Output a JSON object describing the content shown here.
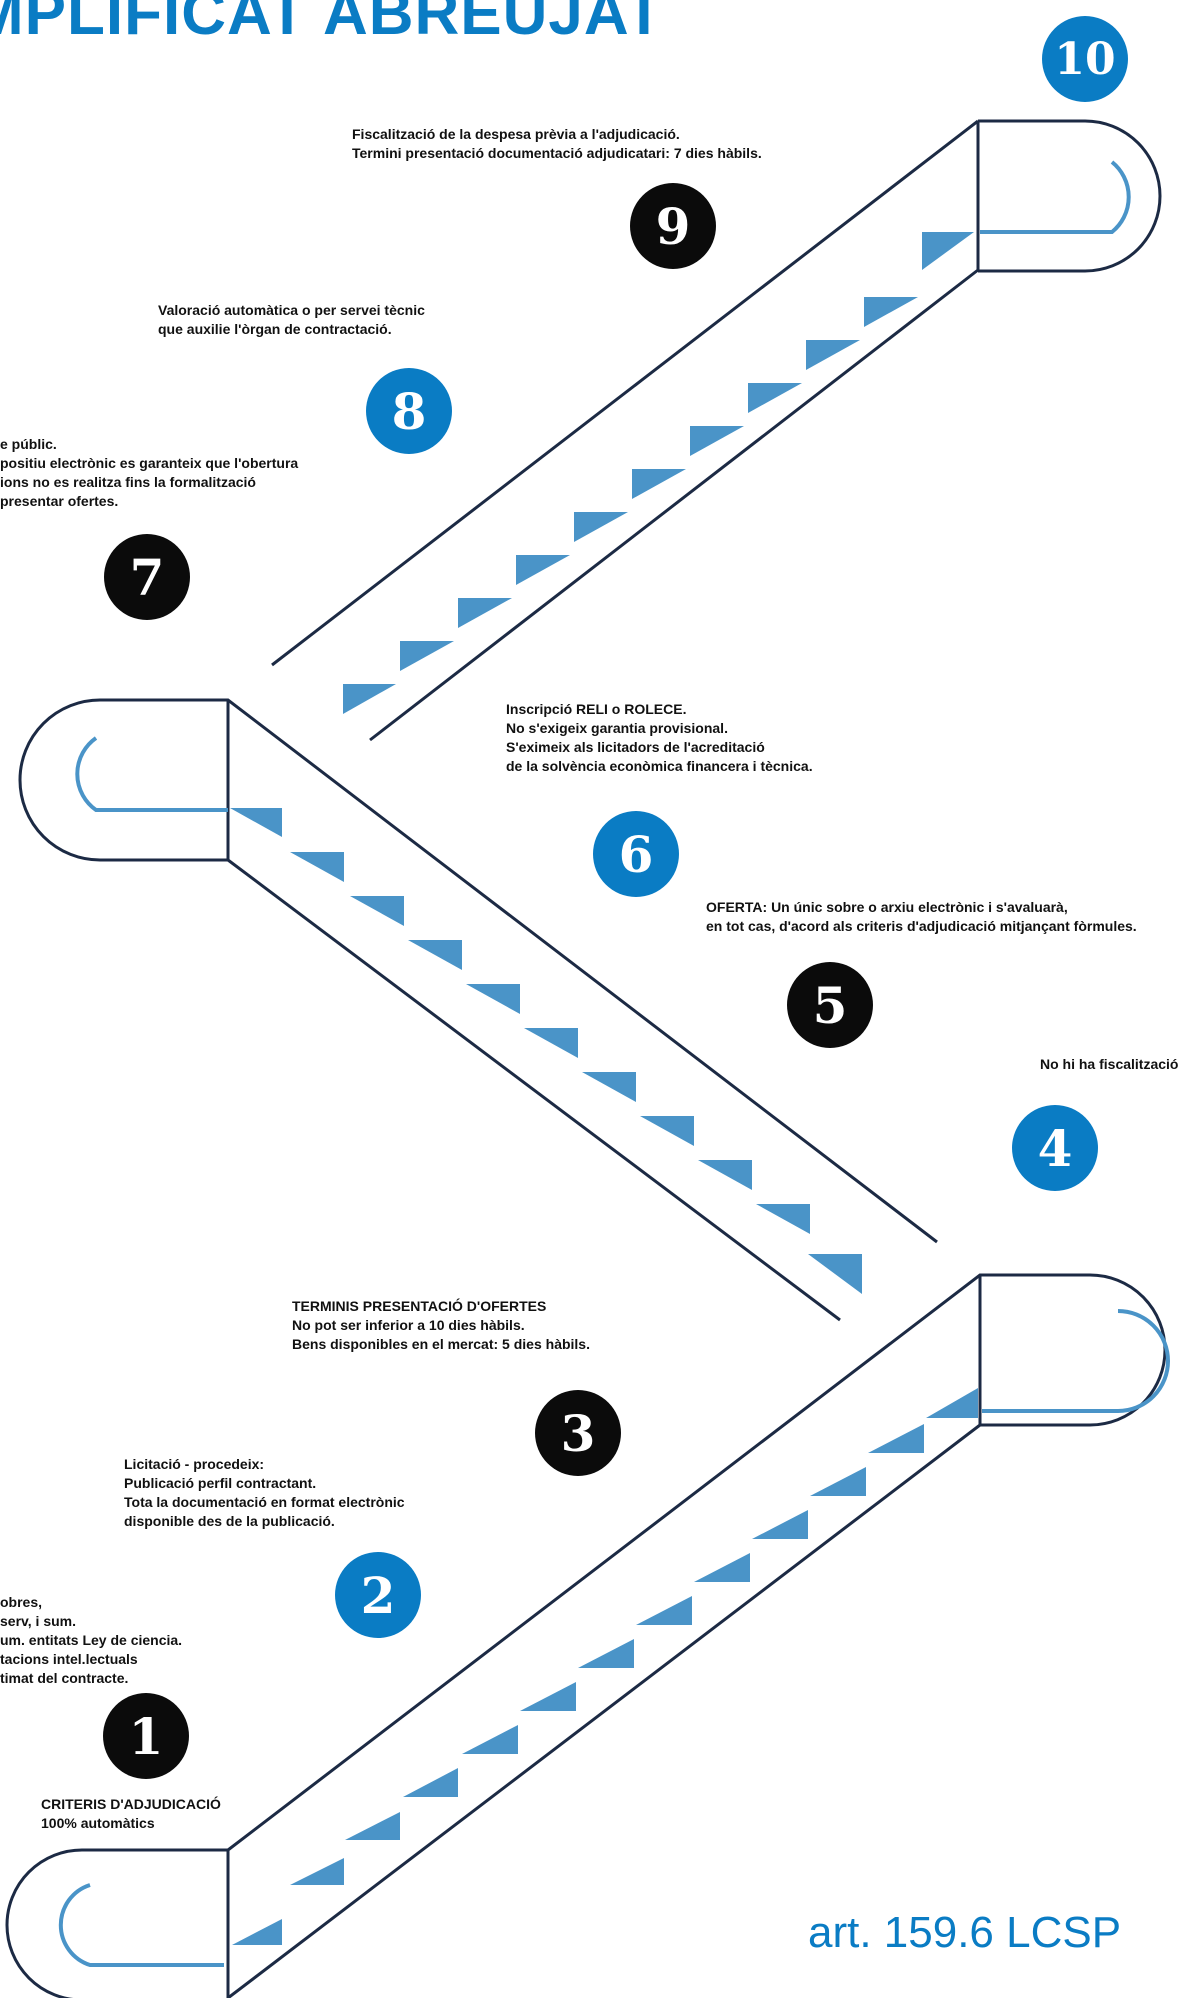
{
  "title": "MPLIFICAT ABREUJAT",
  "footer": {
    "article": "art. 159.6 LCSP"
  },
  "colors": {
    "accent": "#0a7cc4",
    "escalator_steps": "#4a94c8",
    "rails": "#1c2a44",
    "dark_badge": "#0b0b0b"
  },
  "steps": [
    {
      "number": "1",
      "style": "black",
      "lines": [
        "obres,",
        "serv, i sum.",
        "um. entitats Ley de ciencia.",
        "tacions intel.lectuals",
        "timat del contracte."
      ]
    },
    {
      "number": "2",
      "style": "blue",
      "lines": [
        "Licitació - procedeix:",
        "Publicació perfil contractant.",
        "Tota la documentació en format electrònic",
        "disponible des de la publicació."
      ]
    },
    {
      "number": "3",
      "style": "black",
      "lines": [
        "TERMINIS PRESENTACIÓ D'OFERTES",
        "No pot ser inferior a 10 dies hàbils.",
        "Bens disponibles en el mercat: 5 dies hàbils."
      ]
    },
    {
      "number": "4",
      "style": "blue",
      "lines": [
        "No hi ha fiscalització"
      ]
    },
    {
      "number": "5",
      "style": "black",
      "lines": [
        "OFERTA: Un únic sobre o arxiu electrònic i s'avaluarà,",
        "en tot cas, d'acord als criteris d'adjudicació mitjançant fòrmules."
      ]
    },
    {
      "number": "6",
      "style": "blue",
      "lines": [
        "Inscripció RELI o ROLECE.",
        "No s'exigeix garantia provisional.",
        "S'eximeix als licitadors de l'acreditació",
        "de la solvència econòmica financera i tècnica."
      ]
    },
    {
      "number": "7",
      "style": "black",
      "lines": [
        "e públic.",
        "positiu electrònic es garanteix que l'obertura",
        "ions no es realitza fins la formalització",
        "presentar ofertes."
      ]
    },
    {
      "number": "8",
      "style": "blue",
      "lines": [
        "Valoració automàtica o per servei tècnic",
        "que auxilie l'òrgan de contractació."
      ]
    },
    {
      "number": "9",
      "style": "black",
      "lines": [
        "Fiscalització de la despesa prèvia a l'adjudicació.",
        "Termini presentació documentació adjudicatari: 7 dies hàbils."
      ]
    },
    {
      "number": "10",
      "style": "blue",
      "lines": []
    }
  ],
  "criteria": {
    "lines": [
      "CRITERIS D'ADJUDICACIÓ",
      "100% automàtics"
    ]
  }
}
